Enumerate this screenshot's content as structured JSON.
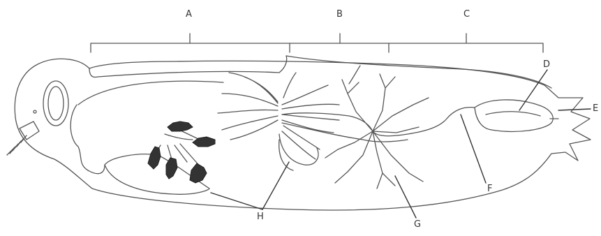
{
  "diagram": {
    "labels": {
      "A": "A",
      "B": "B",
      "C": "C",
      "D": "D",
      "E": "E",
      "F": "F",
      "G": "G",
      "H": "H"
    },
    "colors": {
      "ink": "#444444",
      "ink_light": "#666666",
      "cluster": "#333333",
      "background": "#ffffff"
    }
  }
}
